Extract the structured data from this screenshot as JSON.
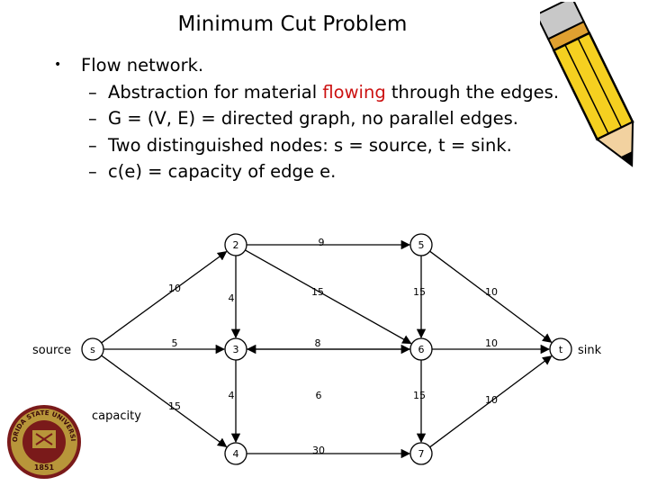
{
  "slide": {
    "title": "Minimum Cut Problem",
    "bullet": "Flow network.",
    "subbullets": {
      "b1_pre": "Abstraction for material ",
      "b1_hl": "flowing",
      "b1_post": " through the edges.",
      "b2": "G = (V, E) = directed graph, no parallel edges.",
      "b3": "Two distinguished nodes:  s = source, t = sink.",
      "b4": "c(e) = capacity of edge e."
    },
    "dash": "–",
    "bullet_mark": "•"
  },
  "graph": {
    "labels": {
      "source": "source",
      "sink": "sink",
      "capacity": "capacity"
    },
    "nodes": [
      {
        "id": "s",
        "label": "s"
      },
      {
        "id": "2",
        "label": "2"
      },
      {
        "id": "3",
        "label": "3"
      },
      {
        "id": "4",
        "label": "4"
      },
      {
        "id": "5",
        "label": "5"
      },
      {
        "id": "6",
        "label": "6"
      },
      {
        "id": "7",
        "label": "7"
      },
      {
        "id": "t",
        "label": "t"
      }
    ],
    "edges": [
      {
        "from": "s",
        "to": "2",
        "capacity": "10"
      },
      {
        "from": "s",
        "to": "3",
        "capacity": "5"
      },
      {
        "from": "s",
        "to": "4",
        "capacity": "15"
      },
      {
        "from": "2",
        "to": "3",
        "capacity": "4"
      },
      {
        "from": "2",
        "to": "5",
        "capacity": "9"
      },
      {
        "from": "2",
        "to": "6",
        "capacity": "15"
      },
      {
        "from": "3",
        "to": "4",
        "capacity": "4"
      },
      {
        "from": "3",
        "to": "6",
        "capacity": "8"
      },
      {
        "from": "5",
        "to": "6",
        "capacity": "15"
      },
      {
        "from": "5",
        "to": "t",
        "capacity": "10"
      },
      {
        "from": "6",
        "to": "t",
        "capacity": "10"
      },
      {
        "from": "6",
        "to": "3",
        "capacity": "6"
      },
      {
        "from": "6",
        "to": "7",
        "capacity": "15"
      },
      {
        "from": "4",
        "to": "7",
        "capacity": "30"
      },
      {
        "from": "7",
        "to": "t",
        "capacity": "10"
      }
    ]
  },
  "logo": {
    "text": "FLORIDA STATE UNIVERSITY",
    "year": "1851"
  }
}
